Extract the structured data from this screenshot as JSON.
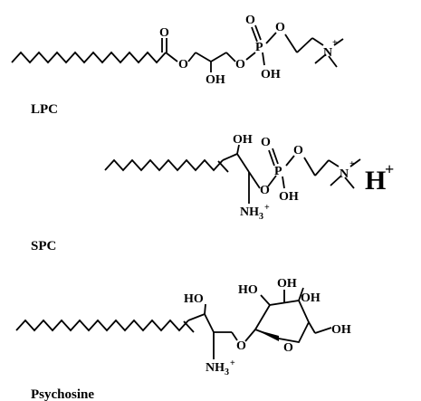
{
  "molecules": [
    {
      "name": "LPC",
      "atoms": {
        "o1": "O",
        "o2": "O",
        "oh": "OH",
        "o3": "O",
        "p": "P",
        "o4": "O",
        "o5": "O",
        "oh2": "OH",
        "n": "N",
        "nplus": "+"
      }
    },
    {
      "name": "SPC",
      "atoms": {
        "oh": "OH",
        "o1": "O",
        "p": "P",
        "o2": "O",
        "o3": "O",
        "oh2": "OH",
        "nh3": "NH",
        "nh3_sub": "3",
        "nh3_plus": "+",
        "n": "N",
        "nplus": "+"
      }
    },
    {
      "name": "Psychosine",
      "atoms": {
        "ho": "HO",
        "ho2": "HO",
        "oh1": "OH",
        "oh2": "OH",
        "oh3": "OH",
        "o_ring": "O",
        "o_link": "O",
        "nh3": "NH",
        "nh3_sub": "3",
        "nh3_plus": "+"
      }
    }
  ],
  "proton": {
    "symbol": "H",
    "charge": "+"
  }
}
